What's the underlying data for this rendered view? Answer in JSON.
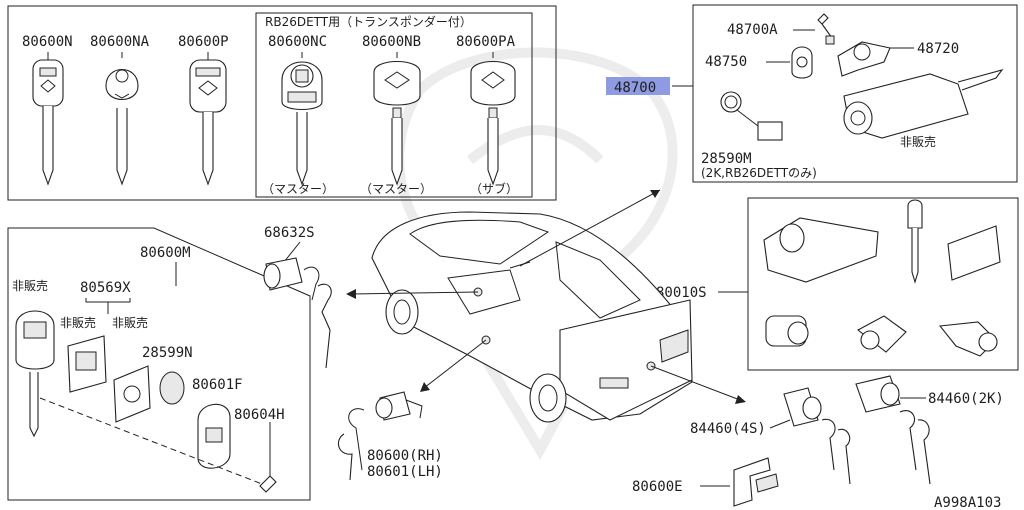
{
  "diagram": {
    "keys_box": {
      "transponder_heading": "RB26DETT用（トランスポンダー付）",
      "labels": [
        "80600N",
        "80600NA",
        "80600P",
        "80600NC",
        "80600NB",
        "80600PA"
      ],
      "notes": [
        "（マスター）",
        "（マスター）",
        "（サブ）"
      ]
    },
    "ignition_box": {
      "highlighted_part": "48700",
      "labels": [
        "48700A",
        "48720",
        "48750",
        "28590M"
      ],
      "note_not_sold": "非販売",
      "note_28590m": "(2K,RB26DETTのみ)"
    },
    "kit_box": {
      "label": "80010S"
    },
    "remote_box": {
      "label_main": "80600M",
      "labels": [
        "80569X",
        "28599N",
        "80601F",
        "80604H"
      ],
      "not_sold": "非販売"
    },
    "door": {
      "labels": [
        "68632S",
        "80600(RH)",
        "80601(LH)"
      ]
    },
    "trunk": {
      "labels": [
        "84460(4S)",
        "84460(2K)",
        "80600E"
      ]
    },
    "figure_code": "A998A103",
    "highlight_color": "#8e9be3"
  }
}
